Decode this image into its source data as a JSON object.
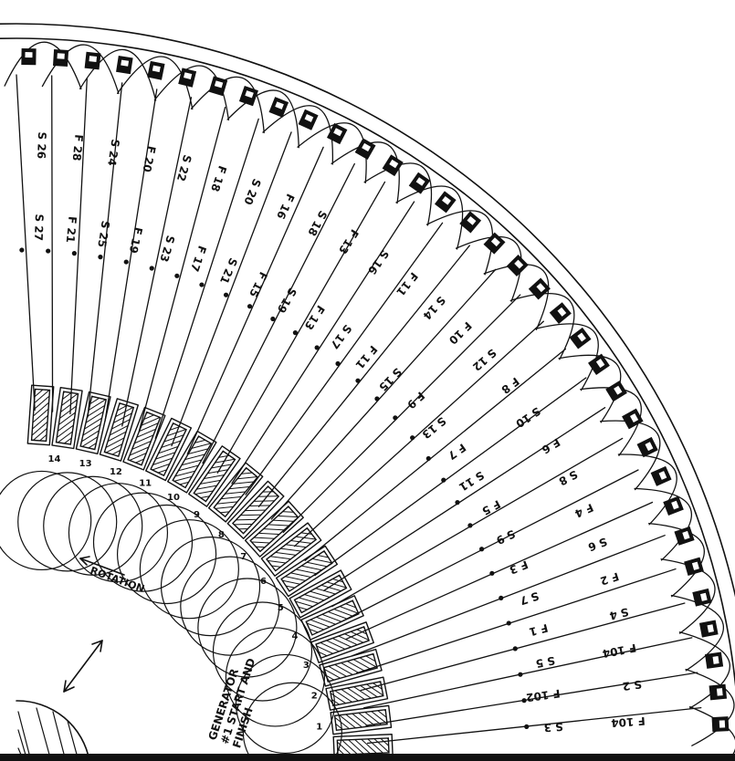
{
  "colors": {
    "ink": "#111111",
    "paper": "#ffffff"
  },
  "labels": {
    "rotation": "ROTATION",
    "generator_line1": "GENERATOR",
    "generator_line2": "#1 START AND",
    "generator_line3": "FINISH"
  },
  "lead_labels": [
    "S 26",
    "F 28",
    "S 24",
    "F 20",
    "S 22",
    "F 18",
    "S 20",
    "F 16",
    "S 18",
    "F 13",
    "S 16",
    "F 11",
    "S 14",
    "F 10",
    "S 12",
    "F 8",
    "S 10",
    "F 6",
    "S 8",
    "F 4",
    "S 6",
    "F 2",
    "S 4",
    "F 104",
    "S 2",
    "F 104",
    "S 27",
    "F 21",
    "S 25",
    "F 19",
    "S 23",
    "F 17",
    "S 21",
    "F 15",
    "S 19",
    "F 13",
    "S 17",
    "F 11",
    "S 15",
    "F 9",
    "S 13",
    "F 7",
    "S 11",
    "F 5",
    "S 9",
    "F 3",
    "S 7",
    "F 1",
    "S 5",
    "F 102",
    "S 3"
  ],
  "coil_numbers": [
    "1",
    "2",
    "3",
    "4",
    "5",
    "6",
    "7",
    "8",
    "9",
    "10",
    "11",
    "12",
    "13",
    "14"
  ]
}
